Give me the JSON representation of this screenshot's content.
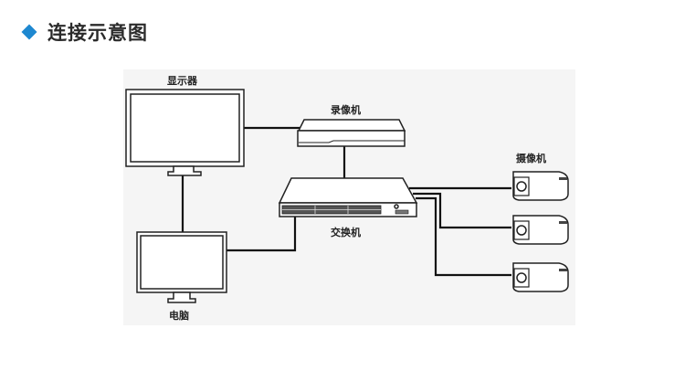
{
  "header": {
    "title": "连接示意图",
    "accent_color": "#1e88d0"
  },
  "diagram": {
    "labels": {
      "monitor": "显示器",
      "nvr": "录像机",
      "camera": "摄像机",
      "switch": "交换机",
      "computer": "电脑"
    }
  }
}
